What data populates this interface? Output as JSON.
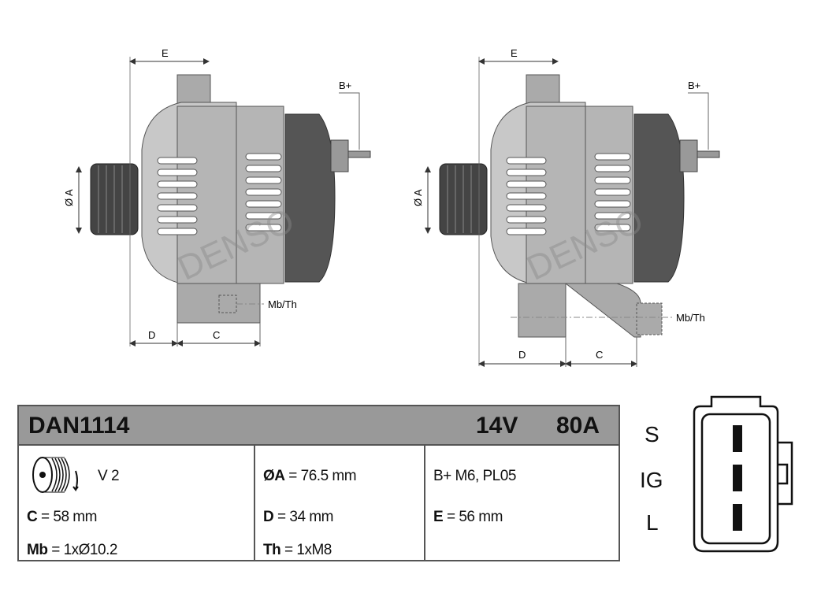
{
  "drawings": {
    "dim_labels": {
      "E": "E",
      "A": "Ø A",
      "D": "D",
      "C": "C",
      "B": "B+",
      "mb": "Mb/Th"
    },
    "brand_watermark": "DENSO"
  },
  "table": {
    "part_number": "DAN1114",
    "voltage": "14V",
    "current": "80A",
    "pulley": {
      "icon": "pulley-icon",
      "label": "V 2"
    },
    "specs": [
      {
        "key": "C",
        "value": " = 58 mm"
      },
      {
        "key": "Mb",
        "value": " = 1xØ10.2"
      },
      {
        "key": "ØA",
        "value": " = 76.5 mm"
      },
      {
        "key": "D",
        "value": " = 34 mm"
      },
      {
        "key": "Th",
        "value": " = 1xM8"
      },
      {
        "key": "B+",
        "value": " M6, PL05"
      },
      {
        "key": "E",
        "value": " = 56 mm"
      }
    ]
  },
  "connector": {
    "pins": [
      "S",
      "IG",
      "L"
    ]
  }
}
